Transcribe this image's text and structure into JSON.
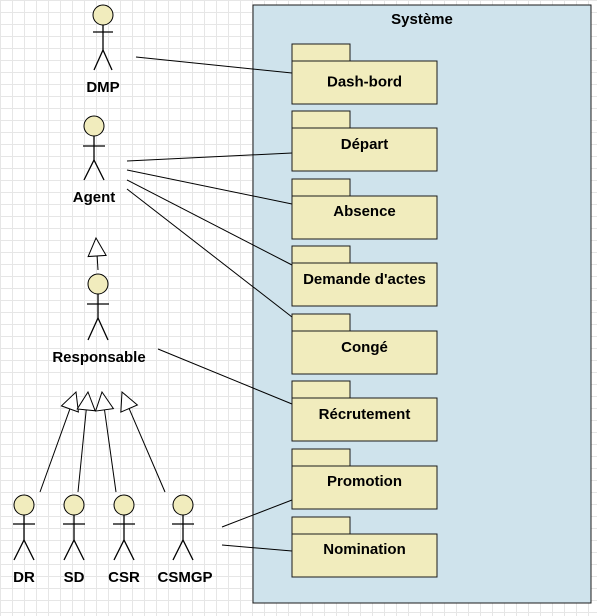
{
  "system": {
    "title": "Système",
    "fill": "#cfe3ec"
  },
  "packages": [
    {
      "id": "dash",
      "label": "Dash-bord"
    },
    {
      "id": "depart",
      "label": "Départ"
    },
    {
      "id": "absence",
      "label": "Absence"
    },
    {
      "id": "actes",
      "label": "Demande d'actes"
    },
    {
      "id": "conge",
      "label": "Congé"
    },
    {
      "id": "recrut",
      "label": "Récrutement"
    },
    {
      "id": "promo",
      "label": "Promotion"
    },
    {
      "id": "nomin",
      "label": "Nomination"
    }
  ],
  "actors": [
    {
      "id": "dmp",
      "label": "DMP"
    },
    {
      "id": "agent",
      "label": "Agent"
    },
    {
      "id": "resp",
      "label": "Responsable"
    },
    {
      "id": "dr",
      "label": "DR"
    },
    {
      "id": "sd",
      "label": "SD"
    },
    {
      "id": "csr",
      "label": "CSR"
    },
    {
      "id": "csmgp",
      "label": "CSMGP"
    }
  ],
  "associations": [
    {
      "from": "dmp",
      "to": "dash"
    },
    {
      "from": "agent",
      "to": "depart"
    },
    {
      "from": "agent",
      "to": "absence"
    },
    {
      "from": "agent",
      "to": "actes"
    },
    {
      "from": "agent",
      "to": "conge"
    },
    {
      "from": "resp",
      "to": "recrut"
    },
    {
      "from": "csmgp",
      "to": "promo"
    },
    {
      "from": "csmgp",
      "to": "nomin"
    }
  ],
  "generalizations": [
    {
      "child": "resp",
      "parent": "agent"
    },
    {
      "child": "dr",
      "parent": "resp"
    },
    {
      "child": "sd",
      "parent": "resp"
    },
    {
      "child": "csr",
      "parent": "resp"
    },
    {
      "child": "csmgp",
      "parent": "resp"
    }
  ],
  "colors": {
    "package_fill": "#f1ecbd",
    "grid": "#e6e6e6"
  }
}
